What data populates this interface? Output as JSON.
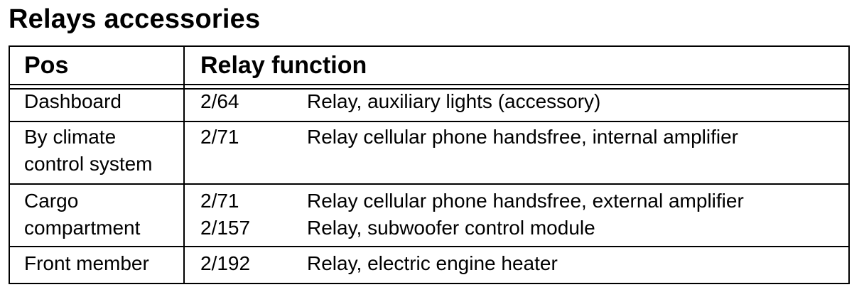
{
  "title": "Relays accessories",
  "table": {
    "headers": {
      "pos": "Pos",
      "function": "Relay function"
    },
    "rows": [
      {
        "pos_lines": [
          "Dashboard"
        ],
        "items": [
          {
            "code": "2/64",
            "description": "Relay, auxiliary lights (accessory)"
          }
        ]
      },
      {
        "pos_lines": [
          "By climate",
          "control system"
        ],
        "items": [
          {
            "code": "2/71",
            "description": "Relay cellular phone handsfree, internal amplifier"
          }
        ]
      },
      {
        "pos_lines": [
          "Cargo",
          "compartment"
        ],
        "items": [
          {
            "code": "2/71",
            "description": "Relay cellular phone handsfree, external amplifier"
          },
          {
            "code": "2/157",
            "description": "Relay, subwoofer control module"
          }
        ]
      },
      {
        "pos_lines": [
          "Front member"
        ],
        "items": [
          {
            "code": "2/192",
            "description": "Relay, electric engine heater"
          }
        ]
      }
    ]
  }
}
